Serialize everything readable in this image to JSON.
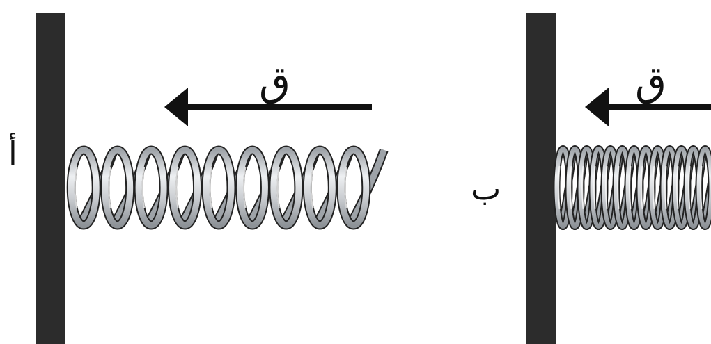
{
  "panels": [
    {
      "label": "أ",
      "force_label": "ق",
      "spring_state": "relaxed"
    },
    {
      "label": "ب",
      "force_label": "ق",
      "spring_state": "compressed"
    }
  ],
  "colors": {
    "wall": "#2c2c2c",
    "arrow": "#111111",
    "spring_fill": "#c9ccd0",
    "spring_highlight": "#eef0f2",
    "spring_outline": "#222222",
    "background": "#ffffff"
  }
}
